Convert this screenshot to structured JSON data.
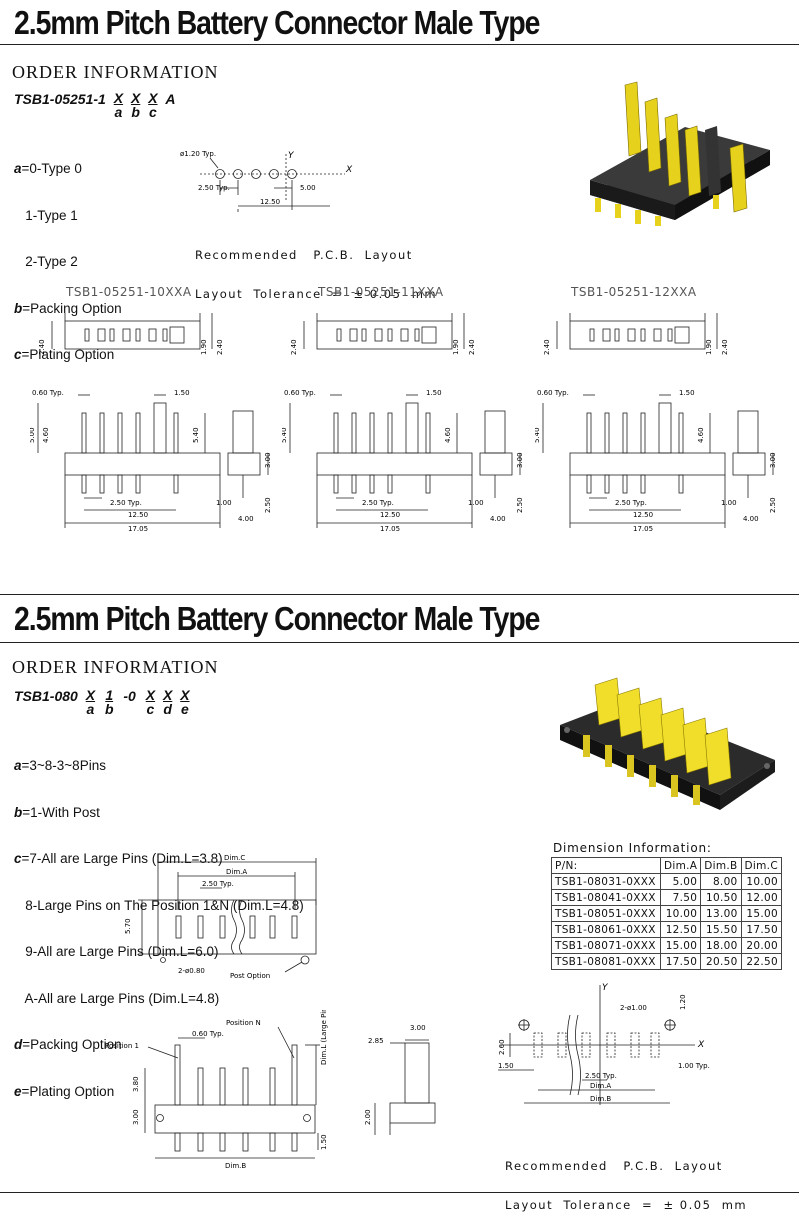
{
  "top": {
    "title": "2.5mm Pitch Battery Connector Male Type",
    "order_heading": "ORDER INFORMATION",
    "part_prefix": "TSB1-05251-1",
    "part_codes": [
      {
        "code": "X",
        "sub": "a"
      },
      {
        "code": "X",
        "sub": "b"
      },
      {
        "code": "X",
        "sub": "c"
      }
    ],
    "part_suffix": "A",
    "options": [
      {
        "key": "a",
        "text": "=0-Type 0"
      },
      {
        "key": "",
        "text": "   1-Type 1"
      },
      {
        "key": "",
        "text": "   2-Type 2"
      },
      {
        "key": "b",
        "text": "=Packing Option"
      },
      {
        "key": "c",
        "text": "=Plating Option"
      }
    ],
    "layout": {
      "hole_dia": "ø1.20 Typ.",
      "pitch": "2.50 Typ.",
      "offset": "5.00",
      "total": "12.50",
      "y_axis": "Y",
      "x_axis": "X"
    },
    "layout_note": [
      "Recommended   P.C.B.  Layout",
      "Layout  Tolerance  =  ± 0.05  mm"
    ],
    "models": [
      {
        "name": "TSB1-05251-10XXA",
        "h_left": "2.40",
        "h_right_a": "1.90",
        "h_right_b": "2.40",
        "pin_w": "0.60 Typ.",
        "right_w": "1.50",
        "left_h1": "5.00",
        "left_h2": "4.60",
        "right_h": "5.40",
        "pitch": "2.50 Typ.",
        "span": "12.50",
        "total": "17.05",
        "side_h1": "3.00",
        "side_h2": "2.50",
        "side_w1": "1.00",
        "side_w2": "4.00"
      },
      {
        "name": "TSB1-05251-11XXA",
        "h_left": "2.40",
        "h_right_a": "1.90",
        "h_right_b": "2.40",
        "pin_w": "0.60 Typ.",
        "right_w": "1.50",
        "left_h1": "5.40",
        "left_h2": "",
        "right_h": "4.60",
        "pitch": "2.50 Typ.",
        "span": "12.50",
        "total": "17.05",
        "side_h1": "3.00",
        "side_h2": "2.50",
        "side_w1": "1.00",
        "side_w2": "4.00"
      },
      {
        "name": "TSB1-05251-12XXA",
        "h_left": "2.40",
        "h_right_a": "1.90",
        "h_right_b": "2.40",
        "pin_w": "0.60 Typ.",
        "right_w": "1.50",
        "left_h1": "5.40",
        "left_h2": "",
        "right_h": "4.60",
        "pitch": "2.50 Typ.",
        "span": "12.50",
        "total": "17.05",
        "side_h1": "3.00",
        "side_h2": "2.50",
        "side_w1": "1.00",
        "side_w2": "4.00"
      }
    ]
  },
  "bottom": {
    "title": "2.5mm Pitch Battery Connector Male Type",
    "order_heading": "ORDER INFORMATION",
    "part_prefix": "TSB1-080",
    "part_codes": [
      {
        "code": "X",
        "sub": "a"
      },
      {
        "code": "1",
        "sub": "b"
      },
      {
        "code": "-0",
        "sub": ""
      },
      {
        "code": "X",
        "sub": "c"
      },
      {
        "code": "X",
        "sub": "d"
      },
      {
        "code": "X",
        "sub": "e"
      }
    ],
    "options": [
      {
        "key": "a",
        "text": "=3~8-3~8Pins"
      },
      {
        "key": "b",
        "text": "=1-With Post"
      },
      {
        "key": "c",
        "text": "=7-All are Large Pins (Dim.L=3.8)"
      },
      {
        "key": "",
        "text": "   8-Large Pins on The Position 1&N (Dim.L=4.8)"
      },
      {
        "key": "",
        "text": "   9-All are Large Pins (Dim.L=6.0)"
      },
      {
        "key": "",
        "text": "   A-All are Large Pins (Dim.L=4.8)"
      },
      {
        "key": "d",
        "text": "=Packing Option"
      },
      {
        "key": "e",
        "text": "=Plating Option"
      }
    ],
    "dimension_title": "Dimension Information:",
    "dimension_table": {
      "headers": [
        "P/N:",
        "Dim.A",
        "Dim.B",
        "Dim.C"
      ],
      "rows": [
        [
          "TSB1-08031-0XXX",
          "5.00",
          "8.00",
          "10.00"
        ],
        [
          "TSB1-08041-0XXX",
          "7.50",
          "10.50",
          "12.00"
        ],
        [
          "TSB1-08051-0XXX",
          "10.00",
          "13.00",
          "15.00"
        ],
        [
          "TSB1-08061-0XXX",
          "12.50",
          "15.50",
          "17.50"
        ],
        [
          "TSB1-08071-0XXX",
          "15.00",
          "18.00",
          "20.00"
        ],
        [
          "TSB1-08081-0XXX",
          "17.50",
          "20.50",
          "22.50"
        ]
      ]
    },
    "drawing": {
      "dim_c": "Dim.C",
      "dim_a": "Dim.A",
      "pitch": "2.50 Typ.",
      "height": "5.70",
      "post": "2-ø0.80",
      "post_option": "Post Option",
      "position_n": "Position N",
      "position_1": "Position 1",
      "pin_w": "0.60 Typ.",
      "dim_l": "Dim.L (Large Pin)",
      "h1": "3.80",
      "h2": "3.00",
      "h3": "1.50",
      "dim_b": "Dim.B",
      "side_w1": "2.85",
      "side_w2": "3.00",
      "side_h": "2.00"
    },
    "pcb": {
      "y_axis": "Y",
      "x_axis": "X",
      "hole": "2-ø1.00",
      "h1": "1.20",
      "h2": "2.60",
      "left": "1.50",
      "right": "1.00 Typ.",
      "pitch": "2.50 Typ.",
      "dim_a": "Dim.A",
      "dim_b": "Dim.B"
    },
    "layout_note": [
      "Recommended   P.C.B.  Layout",
      "Layout  Tolerance  =  ± 0.05  mm"
    ]
  }
}
